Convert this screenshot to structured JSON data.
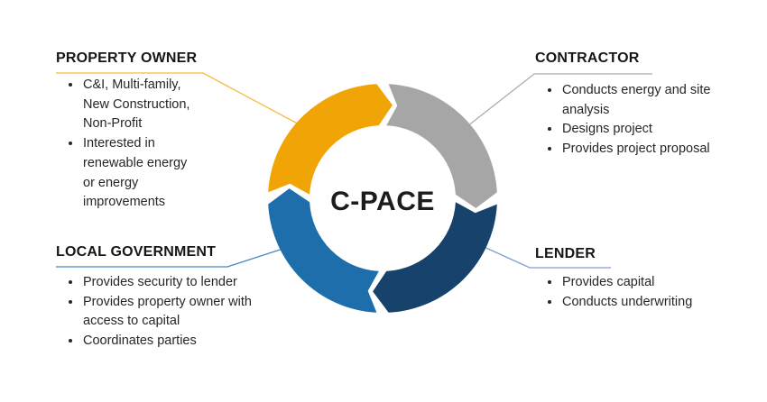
{
  "diagram": {
    "center_label": "C-PACE",
    "colors": {
      "property_owner_segment": "#F1A405",
      "contractor_segment": "#A6A6A6",
      "lender_segment": "#17426B",
      "local_government_segment": "#1E6EAB",
      "property_owner_line": "#F6B93F",
      "contractor_line": "#ADADAD",
      "local_government_line": "#4A86C6",
      "lender_line": "#7D9FD0"
    },
    "groups": {
      "property_owner": {
        "title": "PROPERTY OWNER",
        "bullets": [
          "C&I, Multi-family, New Construction, Non-Profit",
          "Interested in renewable energy or energy improvements"
        ]
      },
      "contractor": {
        "title": "CONTRACTOR",
        "bullets": [
          "Conducts energy and site analysis",
          "Designs project",
          "Provides project proposal"
        ]
      },
      "local_government": {
        "title": "LOCAL GOVERNMENT",
        "bullets": [
          "Provides security to lender",
          "Provides property owner with access to capital",
          "Coordinates parties"
        ]
      },
      "lender": {
        "title": "LENDER",
        "bullets": [
          "Provides capital",
          "Conducts underwriting"
        ]
      }
    }
  }
}
